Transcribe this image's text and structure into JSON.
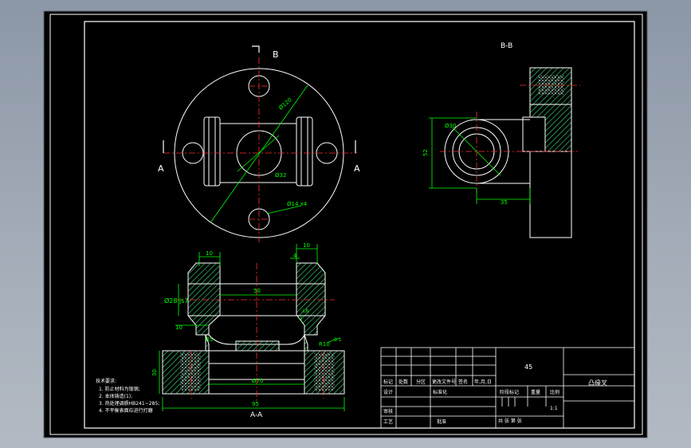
{
  "section_labels": {
    "b_top": "B",
    "a_left": "A",
    "a_right": "A",
    "bb": "B-B",
    "aa": "A-A"
  },
  "dims": {
    "d120": "Ø120",
    "d32": "Ø32",
    "holes": "Ø14 x4",
    "d30": "Ø30",
    "h52": "52",
    "w35": "35",
    "t10a": "10",
    "t10b": "10",
    "t4": "4",
    "d50": "50",
    "fit": "Ø28 js7",
    "t10c": "10",
    "r5": "R5",
    "r10": "R10",
    "l8": "L8",
    "r01": "0.1",
    "h30": "30",
    "d70": "Ø70",
    "w95": "95"
  },
  "notes": {
    "title": "技术要求:",
    "lines": [
      "1. 防止材料为锻钢;",
      "2. 本体铸造(1);",
      "3. 热处理调质HB241~285;",
      "4. 不平衡表面应进行打磨"
    ]
  },
  "title_block": {
    "material": "45",
    "part_name": "凸缘叉",
    "row1": [
      "标记",
      "处数",
      "分区",
      "更改文件号",
      "签名",
      "年,月,日"
    ],
    "r_design": "设计",
    "r_std": "标准化",
    "stage": "阶段标记",
    "weight": "重量",
    "scale": "比例",
    "scale_val": "1:1",
    "r_review": "审核",
    "r_process": "工艺",
    "r_approve": "批准",
    "sheets": "共 张 第 张"
  },
  "colors": {
    "background": "#000000",
    "outline": "#ffffff",
    "dimension": "#00ff00",
    "center": "#ff0000",
    "frame": "#ffffff"
  }
}
